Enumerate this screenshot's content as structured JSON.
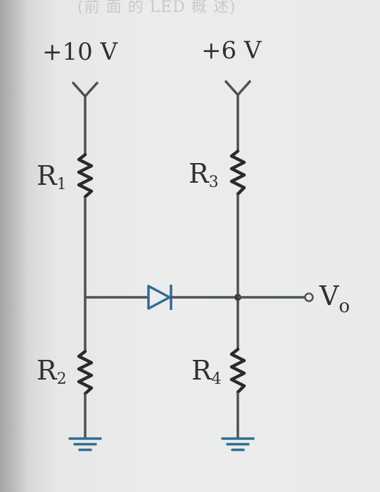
{
  "header_fragment": "(前 面 的 LED 概 述)",
  "supplies": {
    "left": "+10 V",
    "right": "+6 V"
  },
  "resistors": {
    "r1": {
      "letter": "R",
      "index": "1"
    },
    "r2": {
      "letter": "R",
      "index": "2"
    },
    "r3": {
      "letter": "R",
      "index": "3"
    },
    "r4": {
      "letter": "R",
      "index": "4"
    }
  },
  "output": {
    "letter": "V",
    "sub": "o"
  },
  "colors": {
    "wire": "#4d5155",
    "resistor": "#2a2a2c",
    "ground": "#2f6d92",
    "diode": "#2f6d92",
    "text": "#2e3034"
  }
}
